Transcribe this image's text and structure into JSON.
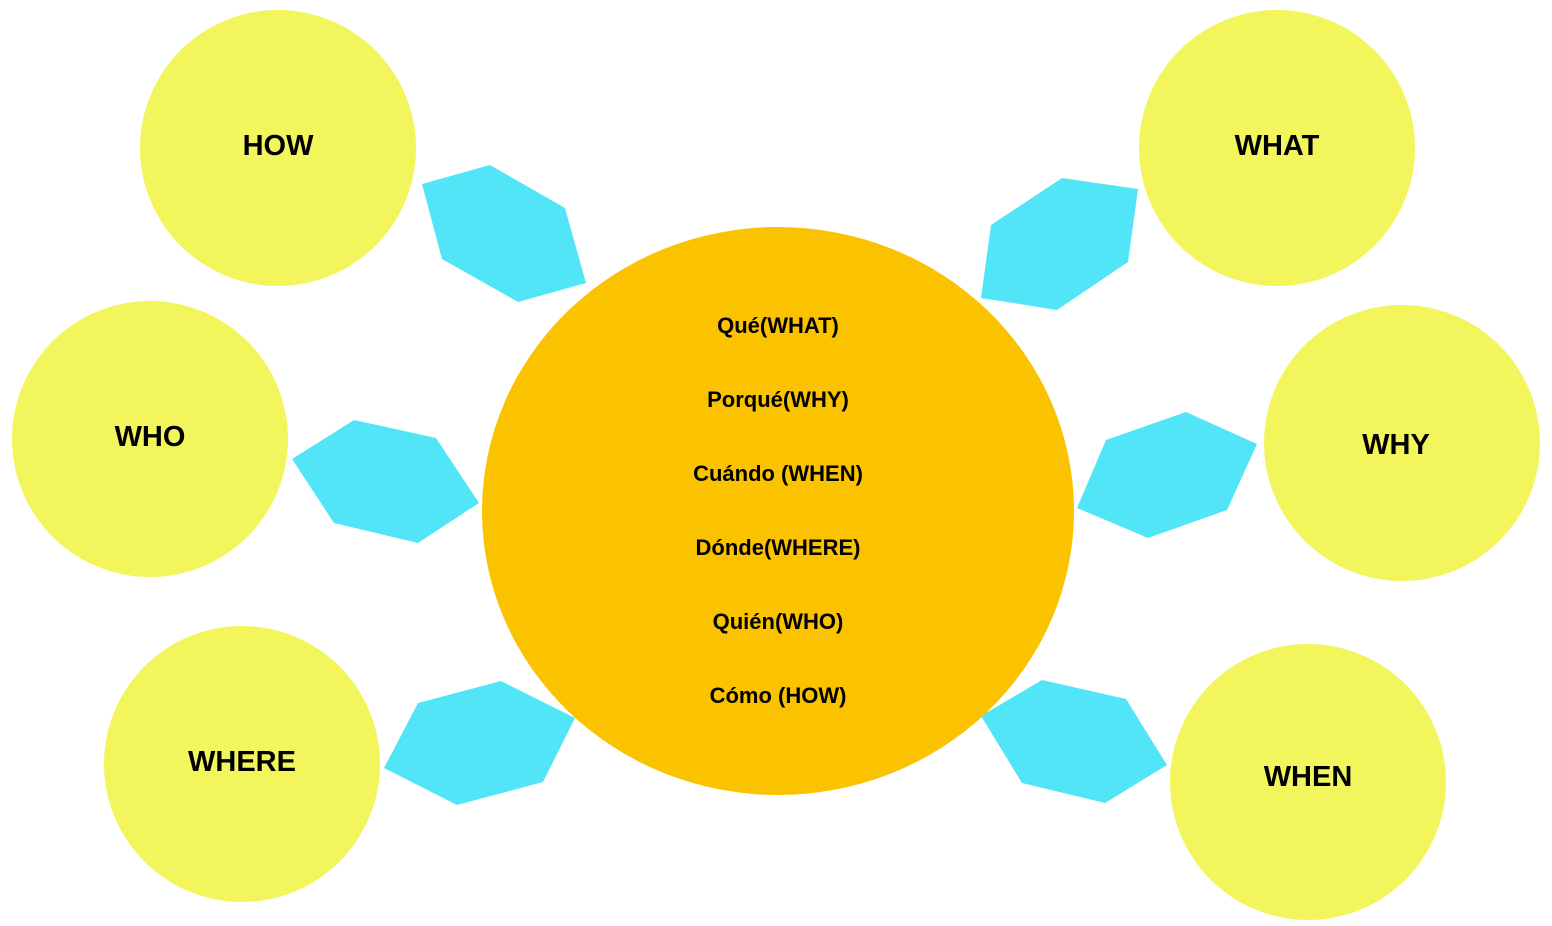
{
  "colors": {
    "outer_circle": "#F3F55C",
    "center_circle": "#FBC200",
    "connector": "#52E5F8",
    "text": "#000000",
    "background": "#FFFFFF"
  },
  "center": {
    "lines": [
      "Qué(WHAT)",
      "Porqué(WHY)",
      "Cuándo (WHEN)",
      "Dónde(WHERE)",
      "Quién(WHO)",
      "Cómo (HOW)"
    ]
  },
  "nodes": {
    "how": "HOW",
    "who": "WHO",
    "where": "WHERE",
    "what": "WHAT",
    "why": "WHY",
    "when": "WHEN"
  }
}
